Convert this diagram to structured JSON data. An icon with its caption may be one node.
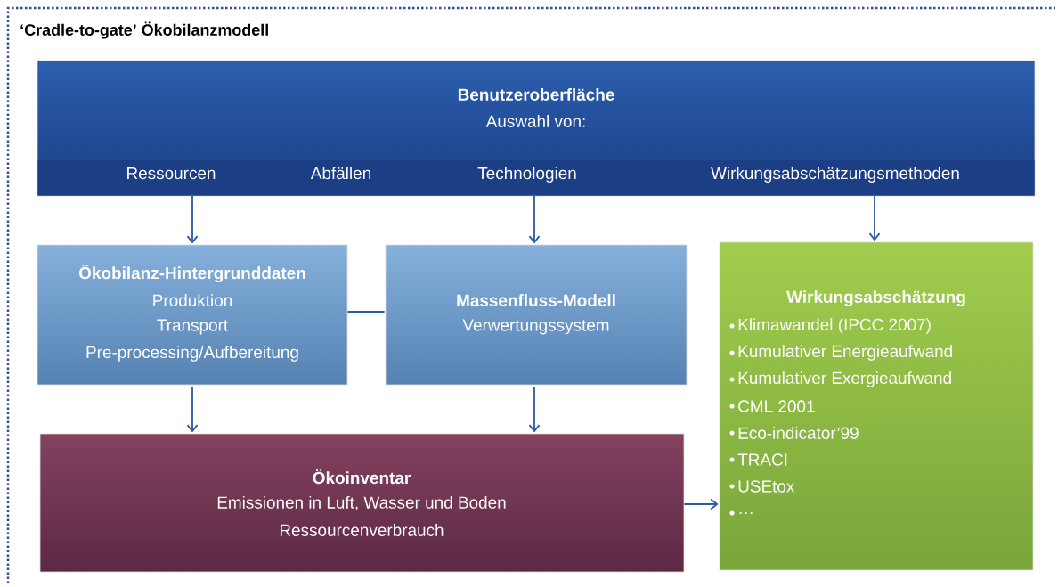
{
  "diagram": {
    "title": "‘Cradle-to-gate’ Ökobilanzmodell",
    "nodes": [
      {
        "text": [
          "Benutzeroberfläche",
          "Auswahl von:"
        ]
      },
      {
        "text": [
          "Ressourcen"
        ],
        "in": 0
      },
      {
        "text": [
          "Abfällen"
        ],
        "in": 0
      },
      {
        "text": [
          "Technologien"
        ],
        "in": 0
      },
      {
        "text": [
          "Wirkungsabschätzungsmethoden"
        ],
        "in": 0
      },
      {
        "text": [
          "Ökobilanz-Hintergrunddaten",
          "Produktion",
          "Transport",
          "Pre-processing/Aufbereitung"
        ]
      },
      {
        "text": [
          "Massenfluss-Modell",
          "Verwertungssystem"
        ]
      },
      {
        "text": [
          "Wirkungsabschätzung",
          "Klimawandel (IPCC 2007)",
          "Kumulativer Energieaufwand",
          "Kumulativer Exergieaufwand",
          "CML 2001",
          "Eco-indicator’99",
          "TRACI",
          "USEtox",
          "…"
        ]
      },
      {
        "text": [
          "Ökoinventar",
          "Emissionen in Luft, Wasser und Boden",
          "Ressourcenverbrauch"
        ]
      }
    ],
    "edges": [
      {
        "from": 1,
        "to": 5,
        "arrow": "to"
      },
      {
        "from": 3,
        "to": 6,
        "arrow": "to"
      },
      {
        "from": 4,
        "to": 7,
        "arrow": "to"
      },
      {
        "from": 5,
        "to": 6,
        "arrow": "none"
      },
      {
        "from": 5,
        "to": 8,
        "arrow": "to"
      },
      {
        "from": 6,
        "to": 8,
        "arrow": "to"
      },
      {
        "from": 8,
        "to": 7,
        "arrow": "to"
      }
    ]
  }
}
